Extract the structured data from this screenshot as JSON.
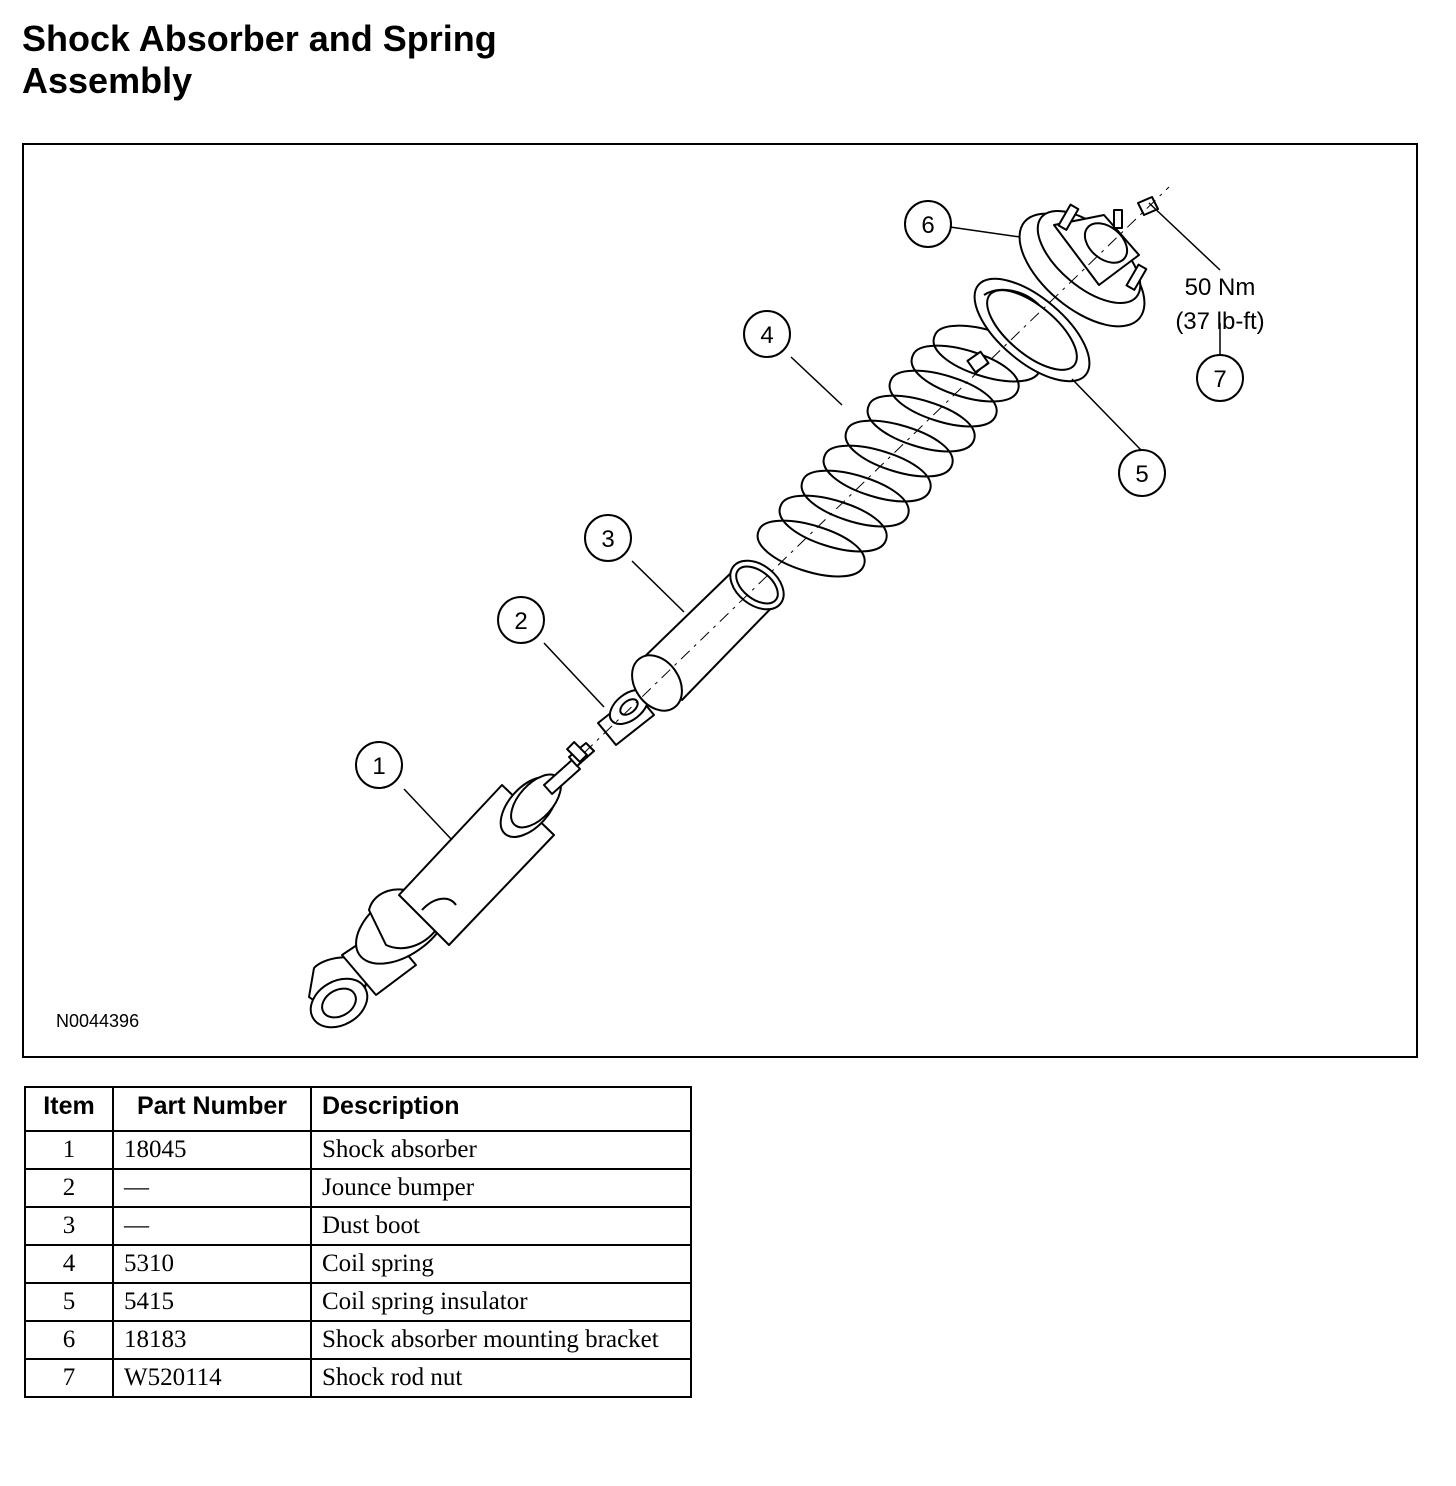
{
  "title_lines": [
    "Shock Absorber and Spring",
    "Assembly"
  ],
  "figure": {
    "id": "N0044396",
    "callouts": [
      "1",
      "2",
      "3",
      "4",
      "5",
      "6",
      "7"
    ],
    "torque": {
      "metric": "50 Nm",
      "imperial": "(37 lb-ft)"
    }
  },
  "table": {
    "headers": {
      "item": "Item",
      "part": "Part Number",
      "desc": "Description"
    },
    "rows": [
      {
        "item": "1",
        "part": "18045",
        "desc": "Shock absorber"
      },
      {
        "item": "2",
        "part": "—",
        "desc": "Jounce bumper"
      },
      {
        "item": "3",
        "part": "—",
        "desc": "Dust boot"
      },
      {
        "item": "4",
        "part": "5310",
        "desc": "Coil spring"
      },
      {
        "item": "5",
        "part": "5415",
        "desc": "Coil spring insulator"
      },
      {
        "item": "6",
        "part": "18183",
        "desc": "Shock absorber mounting bracket"
      },
      {
        "item": "7",
        "part": "W520114",
        "desc": "Shock rod nut"
      }
    ]
  }
}
